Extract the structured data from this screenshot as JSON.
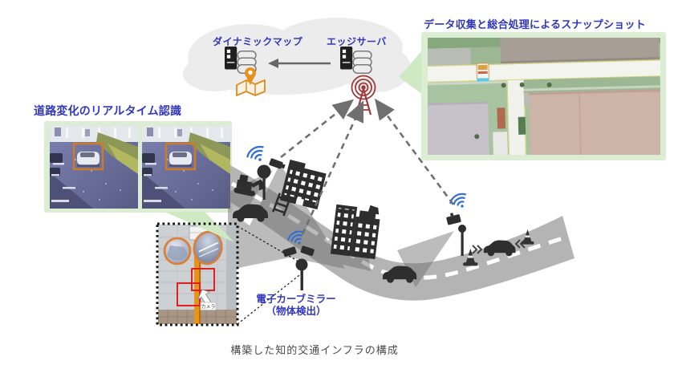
{
  "cloud": {
    "dynamic_map_label": "ダイナミックマップ",
    "edge_server_label": "エッジサーバ"
  },
  "panels": {
    "snapshot": {
      "title": "データ収集と総合処理によるスナップショット"
    },
    "realtime_recognition": {
      "title": "道路変化のリアルタイム認識"
    }
  },
  "annotations": {
    "curve_mirror_line1": "電子カーブミラー",
    "curve_mirror_line2": "（物体検出）",
    "camera_tag": "カメラ"
  },
  "caption": "構築した知的交通インフラの構成",
  "colors": {
    "label_blue": "#3236bb",
    "panel_green": "#dbeed4",
    "callout_green": "#cfe9c4",
    "road_gray": "#b4b4b4",
    "antenna_red": "#9c3a3a",
    "wifi_blue": "#2f6fd6",
    "accent_orange": "#e08a1e",
    "icon_black": "#2e2e2e",
    "caption_gray": "#4a4a4a"
  }
}
